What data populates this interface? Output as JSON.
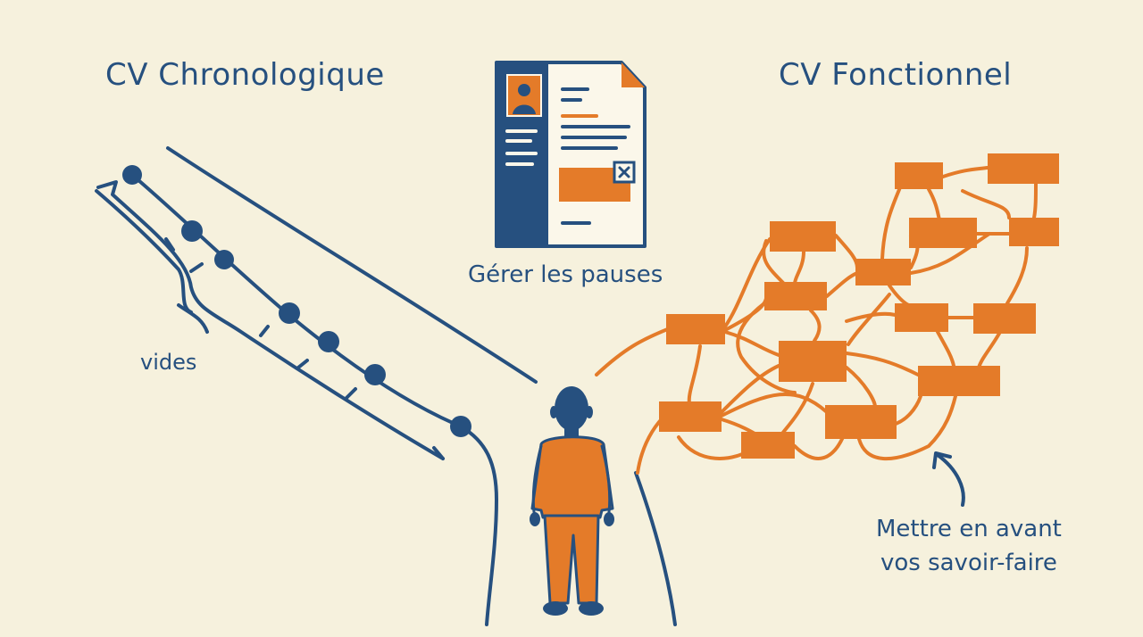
{
  "left": {
    "title": "CV Chronologique",
    "gaps_label": "vides"
  },
  "center": {
    "caption": "Gérer les pauses"
  },
  "right": {
    "title": "CV Fonctionnel",
    "skills_label_line1": "Mettre en avant",
    "skills_label_line2": "vos savoir-faire"
  },
  "colors": {
    "background": "#f6f1dd",
    "navy": "#26507f",
    "orange": "#e47b29"
  }
}
